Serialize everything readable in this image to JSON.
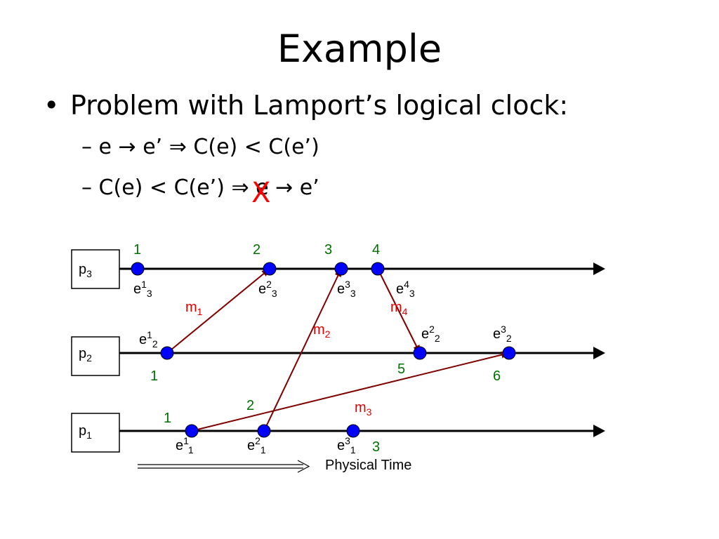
{
  "title": "Example",
  "bullet": "Problem with Lamport’s logical clock:",
  "line1": {
    "dash": "–",
    "text": "e → e’ ⇒ C(e) < C(e’)"
  },
  "line2": {
    "dash": "–",
    "text": "C(e) < C(e’) ⇒ e → e’"
  },
  "negation_mark": "X",
  "diagram": {
    "processes": [
      {
        "label": "p",
        "sub": "3"
      },
      {
        "label": "p",
        "sub": "2"
      },
      {
        "label": "p",
        "sub": "1"
      }
    ],
    "events": {
      "p3": [
        {
          "label": "e",
          "sup": "1",
          "sub": "3",
          "clock": "1"
        },
        {
          "label": "e",
          "sup": "2",
          "sub": "3",
          "clock": "2"
        },
        {
          "label": "e",
          "sup": "3",
          "sub": "3",
          "clock": "3"
        },
        {
          "label": "e",
          "sup": "4",
          "sub": "3",
          "clock": "4"
        }
      ],
      "p2": [
        {
          "label": "e",
          "sup": "1",
          "sub": "2",
          "clock": "1"
        },
        {
          "label": "e",
          "sup": "2",
          "sub": "2",
          "clock": "5"
        },
        {
          "label": "e",
          "sup": "3",
          "sub": "2",
          "clock": "6"
        }
      ],
      "p1": [
        {
          "label": "e",
          "sup": "1",
          "sub": "1",
          "clock": "1"
        },
        {
          "label": "e",
          "sup": "2",
          "sub": "1",
          "clock": "2"
        },
        {
          "label": "e",
          "sup": "3",
          "sub": "1",
          "clock": "3"
        }
      ]
    },
    "messages": [
      {
        "label": "m",
        "sub": "1"
      },
      {
        "label": "m",
        "sub": "2"
      },
      {
        "label": "m",
        "sub": "3"
      },
      {
        "label": "m",
        "sub": "4"
      }
    ],
    "time_axis_label": "Physical Time",
    "colors": {
      "event": "#0000ff",
      "message": "#800000",
      "clock": "#007000",
      "message_label": "#e00000"
    }
  }
}
